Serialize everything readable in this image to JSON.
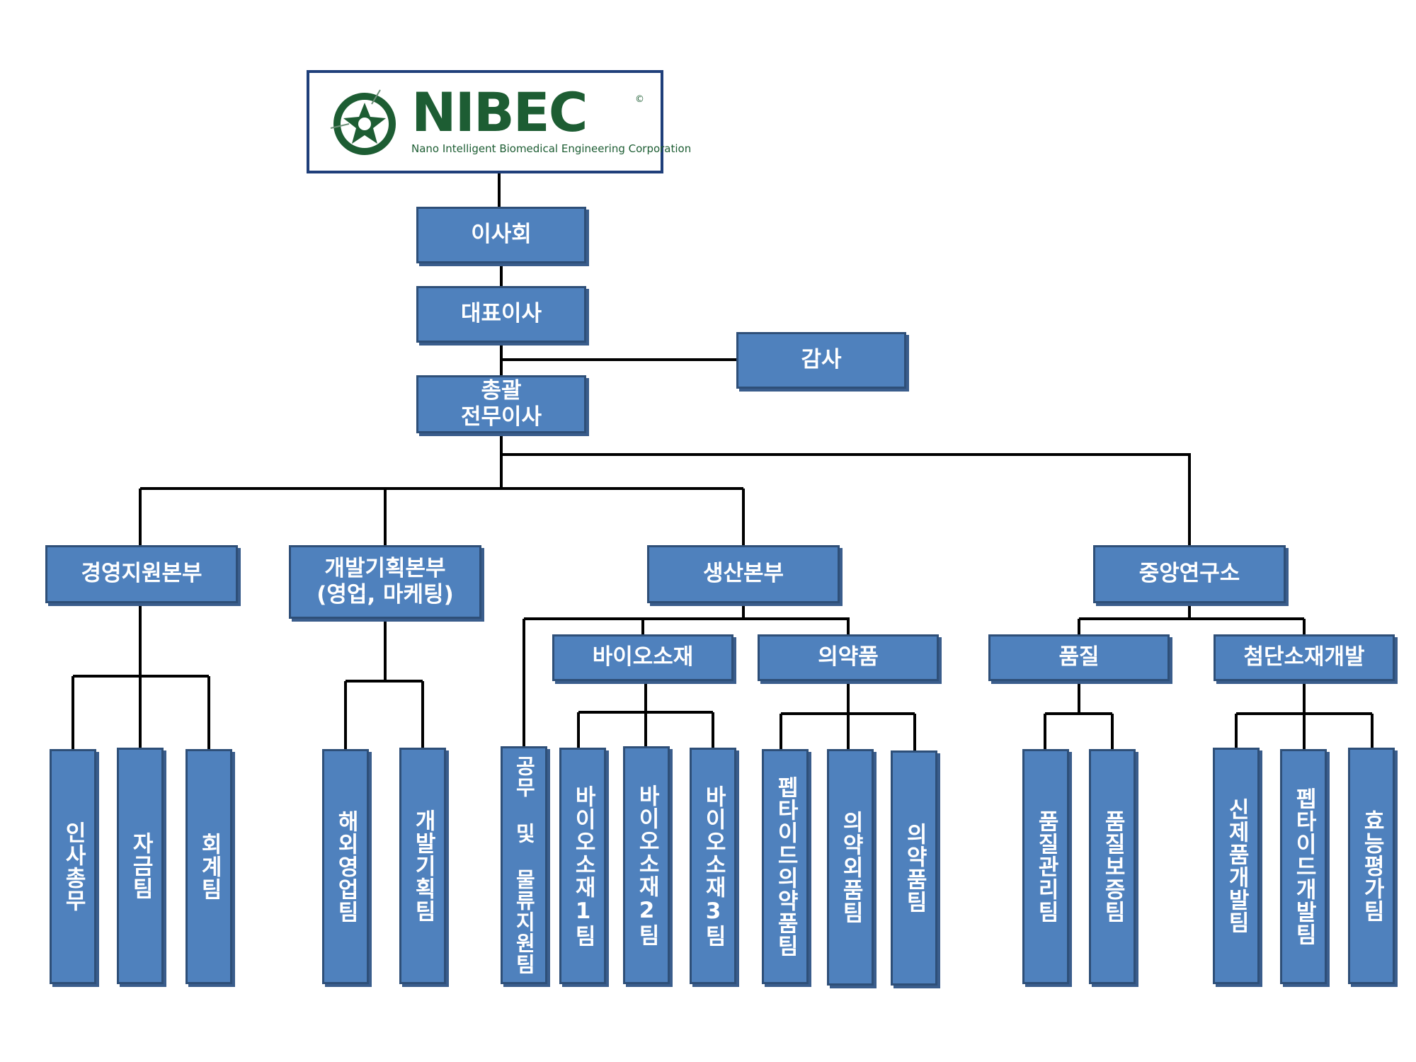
{
  "logo": {
    "name": "NIBEC",
    "copyright": "©",
    "subtitle": "Nano Intelligent Biomedical Engineering Corporation",
    "color": "#1d5d33"
  },
  "colors": {
    "box_fill": "#4f81bd",
    "box_border": "#2e4f78",
    "line": "#000000",
    "logo_border": "#1f3f7a"
  },
  "nodes": {
    "board": "이사회",
    "ceo": "대표이사",
    "auditor": "감사",
    "gm": "총괄\n전무이사",
    "mgmt": "경영지원본부",
    "dev_plan": "개발기획본부\n(영업, 마케팅)",
    "production": "생산본부",
    "research": "중앙연구소",
    "bio_material": "바이오소재",
    "pharma": "의약품",
    "quality": "품질",
    "advanced": "첨단소재개발",
    "hr": "인사총무",
    "fund": "자금팀",
    "accounting": "회계팀",
    "overseas": "해외영업팀",
    "planning": "개발기획팀",
    "logistics": "공무 및 물류지원팀",
    "bio1": "바이오소재1팀",
    "bio2": "바이오소재2팀",
    "bio3": "바이오소재3팀",
    "peptide_pharma": "펩타이드의약품팀",
    "quasi_drug": "의약외품팀",
    "drug": "의약품팀",
    "qc": "품질관리팀",
    "qa": "품질보증팀",
    "new_product": "신제품개발팀",
    "peptide_dev": "펩타이드개발팀",
    "efficacy": "효능평가팀"
  }
}
